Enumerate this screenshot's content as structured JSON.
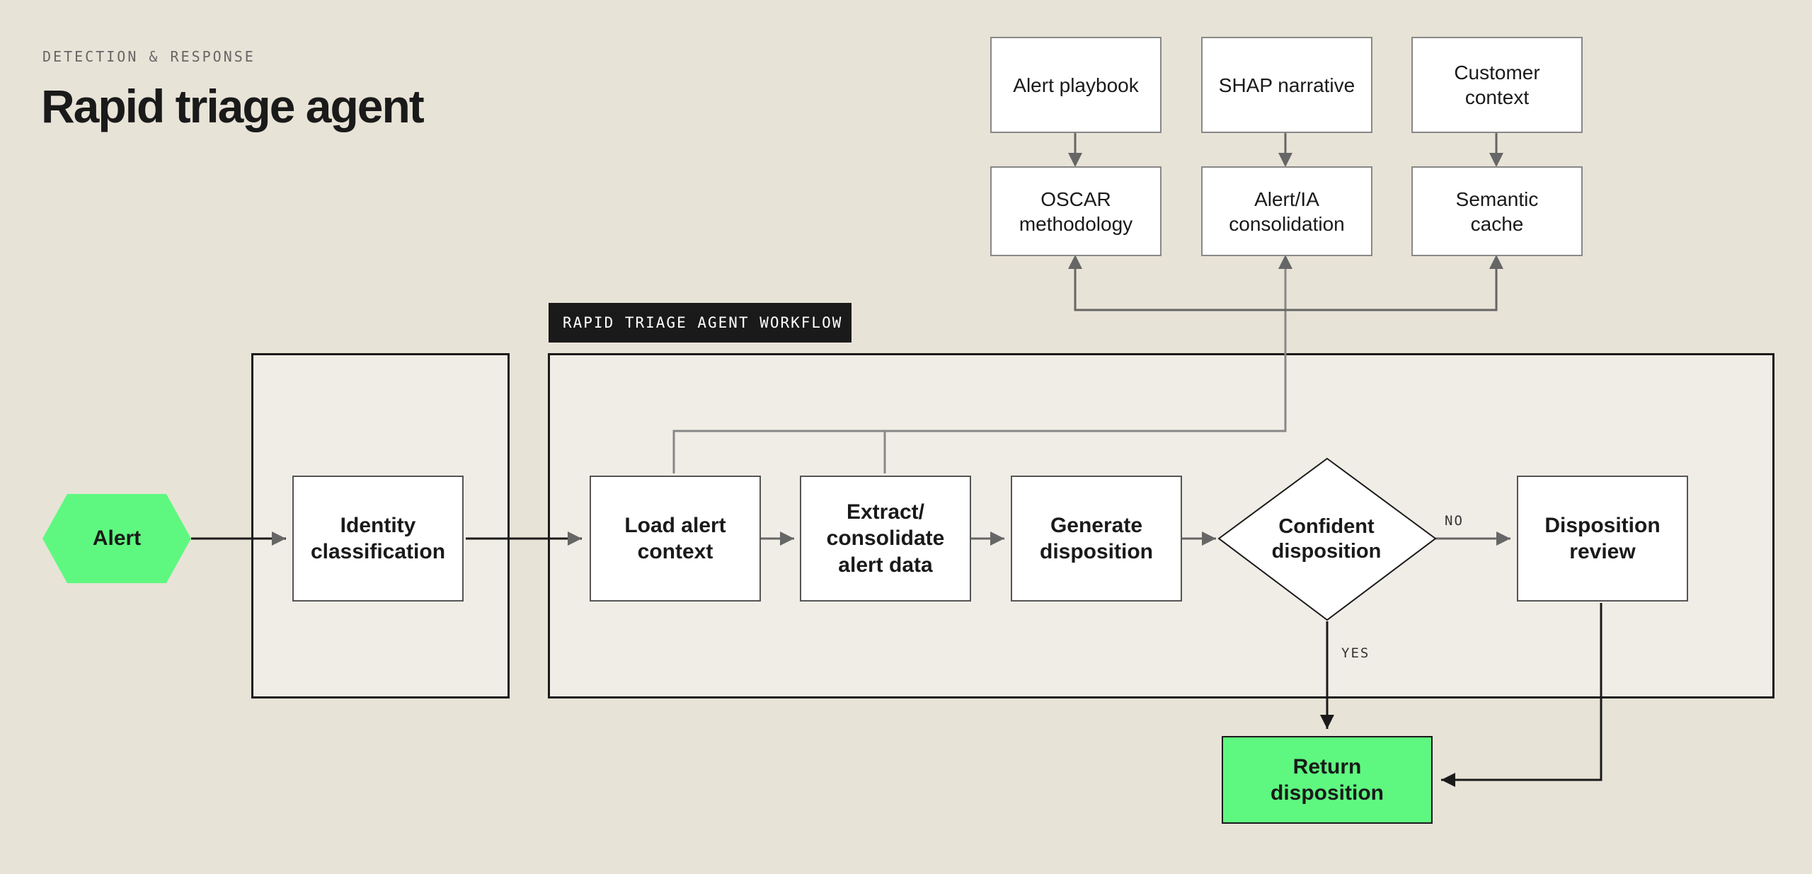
{
  "header": {
    "eyebrow": "DETECTION & RESPONSE",
    "title": "Rapid triage agent"
  },
  "workflow_label": "RAPID TRIAGE AGENT WORKFLOW",
  "nodes": {
    "alert": "Alert",
    "identity_classification": "Identity\nclassification",
    "load_alert_context": "Load alert\ncontext",
    "extract_consolidate": "Extract/\nconsolidate\nalert data",
    "generate_disposition": "Generate\ndisposition",
    "confident_disposition": "Confident\ndisposition",
    "disposition_review": "Disposition\nreview",
    "return_disposition": "Return\ndisposition"
  },
  "resources": {
    "alert_playbook": "Alert playbook",
    "shap_narrative": "SHAP narrative",
    "customer_context": "Customer\ncontext",
    "oscar_methodology": "OSCAR\nmethodology",
    "alert_ia_consolidation": "Alert/IA\nconsolidation",
    "semantic_cache": "Semantic\ncache"
  },
  "edge_labels": {
    "no": "NO",
    "yes": "YES"
  },
  "colors": {
    "background": "#e8e3d7",
    "container": "#f0ede6",
    "accent_green": "#5ef880",
    "ink": "#1a1a1a"
  }
}
